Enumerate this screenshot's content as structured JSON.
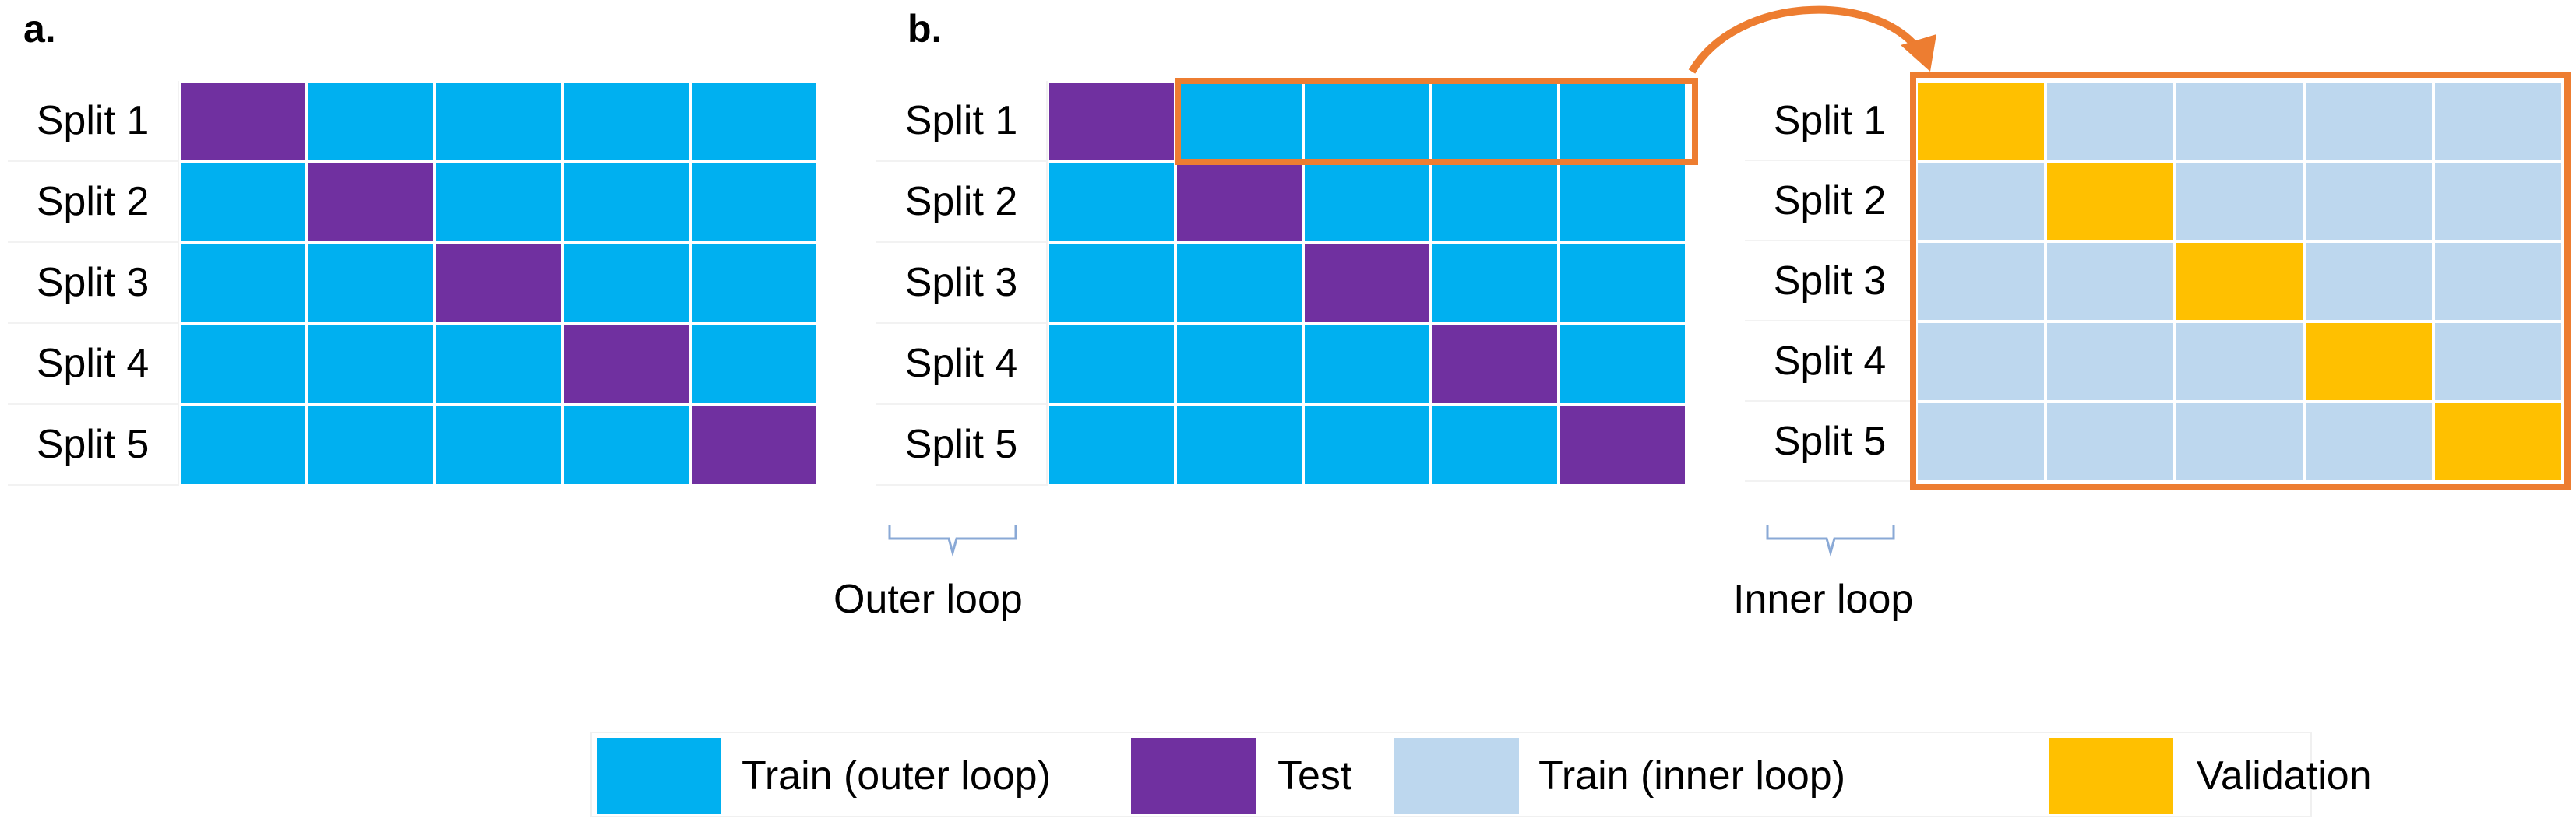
{
  "panels": {
    "a": {
      "label": "a."
    },
    "b": {
      "label": "b."
    }
  },
  "rows": [
    "Split 1",
    "Split 2",
    "Split 3",
    "Split 4",
    "Split 5"
  ],
  "outer_loop_label": "Outer loop",
  "inner_loop_label": "Inner loop",
  "legend": [
    {
      "label": "Train (outer loop)",
      "color": "#00b0f0"
    },
    {
      "label": "Test",
      "color": "#7030a0"
    },
    {
      "label": "Train (inner loop)",
      "color": "#bdd7ee"
    },
    {
      "label": "Validation",
      "color": "#ffc000"
    }
  ],
  "colors": {
    "train_outer": "#00b0f0",
    "test": "#7030a0",
    "train_inner": "#bdd7ee",
    "validation": "#ffc000",
    "highlight": "#ed7d31"
  }
}
